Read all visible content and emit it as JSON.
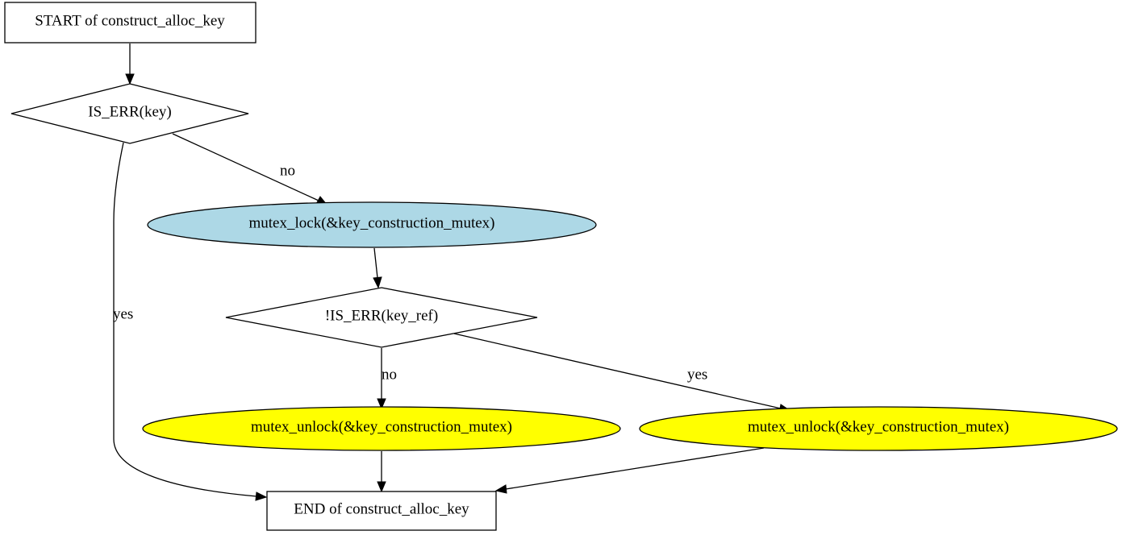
{
  "colors": {
    "ellipse_blue": "#add8e6",
    "ellipse_yellow": "#ffff00",
    "stroke": "#000000",
    "background": "#ffffff"
  },
  "nodes": {
    "start": {
      "label": "START of construct_alloc_key",
      "shape": "box"
    },
    "is_err_key": {
      "label": "IS_ERR(key)",
      "shape": "diamond"
    },
    "mutex_lock": {
      "label": "mutex_lock(&key_construction_mutex)",
      "shape": "ellipse",
      "fill": "#add8e6"
    },
    "not_is_err_key_ref": {
      "label": "!IS_ERR(key_ref)",
      "shape": "diamond"
    },
    "mutex_unlock_no": {
      "label": "mutex_unlock(&key_construction_mutex)",
      "shape": "ellipse",
      "fill": "#ffff00"
    },
    "mutex_unlock_yes": {
      "label": "mutex_unlock(&key_construction_mutex)",
      "shape": "ellipse",
      "fill": "#ffff00"
    },
    "end": {
      "label": "END of construct_alloc_key",
      "shape": "box"
    }
  },
  "edges": {
    "start_to_is_err": {
      "from": "start",
      "to": "is_err_key",
      "label": ""
    },
    "is_err_no": {
      "from": "is_err_key",
      "to": "mutex_lock",
      "label": "no"
    },
    "is_err_yes": {
      "from": "is_err_key",
      "to": "end",
      "label": "yes"
    },
    "lock_to_check": {
      "from": "mutex_lock",
      "to": "not_is_err_key_ref",
      "label": ""
    },
    "check_no": {
      "from": "not_is_err_key_ref",
      "to": "mutex_unlock_no",
      "label": "no"
    },
    "check_yes": {
      "from": "not_is_err_key_ref",
      "to": "mutex_unlock_yes",
      "label": "yes"
    },
    "unlock_no_to_end": {
      "from": "mutex_unlock_no",
      "to": "end",
      "label": ""
    },
    "unlock_yes_to_end": {
      "from": "mutex_unlock_yes",
      "to": "end",
      "label": ""
    }
  }
}
